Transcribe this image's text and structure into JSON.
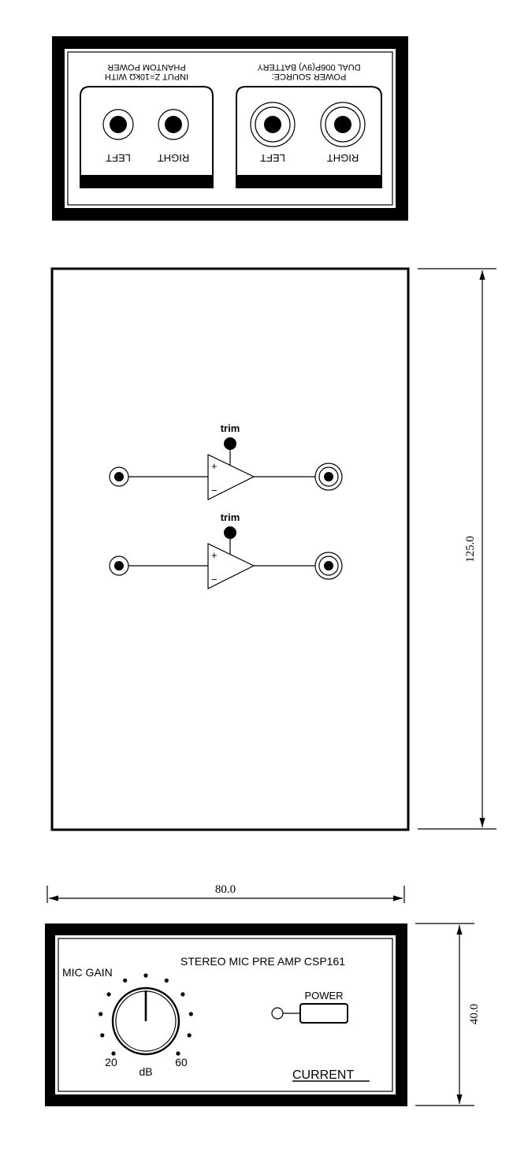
{
  "rear_panel": {
    "power_source_line1": "POWER SOURCE:",
    "power_source_line2": "DUAL 006P(9V) BATTERY",
    "input_spec_line1": "INPUT Z=10kΩ WITH",
    "input_spec_line2": "PHANTOM POWER",
    "line_outputs_title": "LINE OUTPUTS",
    "mic_inputs_title": "MIC INPUTS",
    "right_label": "RIGHT",
    "left_label": "LEFT"
  },
  "top_view": {
    "trim_label": "trim",
    "plus_sign": "+",
    "minus_sign": "−"
  },
  "dimensions": {
    "height": "125.0",
    "width": "80.0",
    "depth": "40.0"
  },
  "front_panel": {
    "model_label": "STEREO MIC PRE AMP CSP161",
    "gain_label": "MIC GAIN",
    "scale_min": "20",
    "scale_unit": "dB",
    "scale_max": "60",
    "power_label": "POWER",
    "brand": "CURRENT"
  }
}
